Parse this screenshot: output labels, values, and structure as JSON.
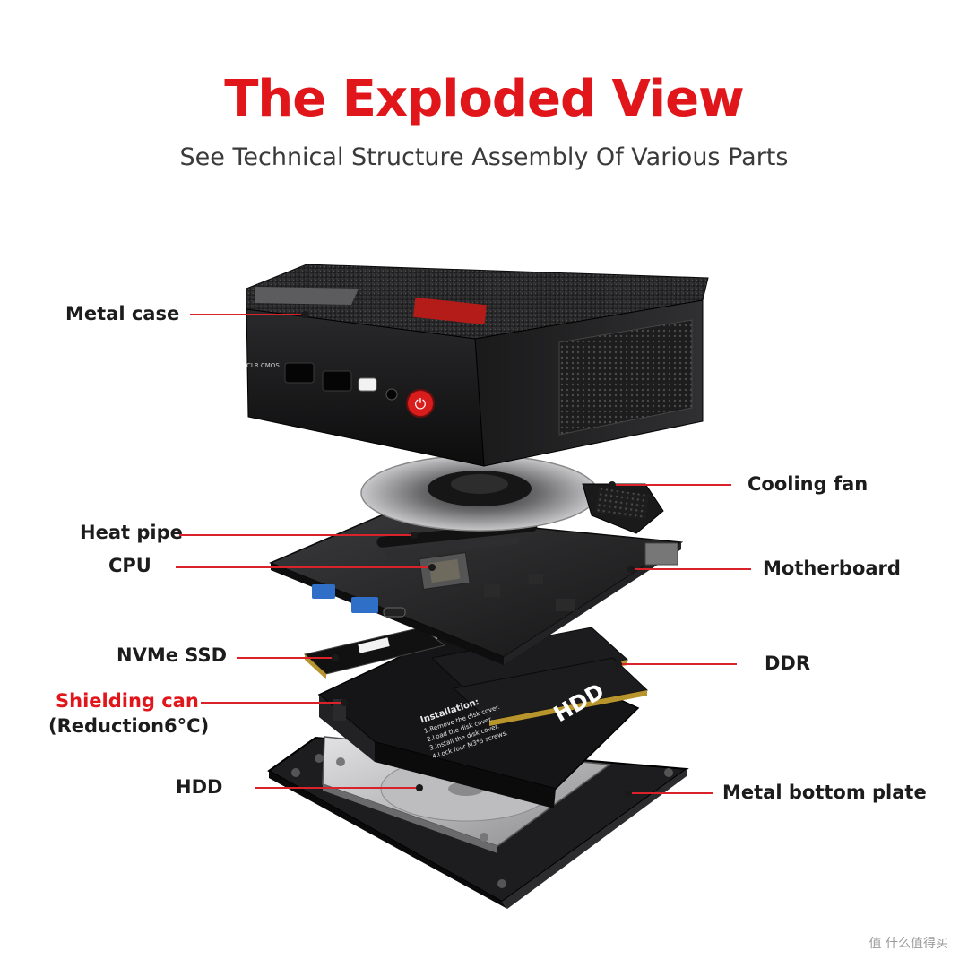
{
  "header": {
    "title": "The Exploded View",
    "subtitle": "See Technical Structure Assembly Of Various Parts"
  },
  "device": {
    "power_glyph": "⏻",
    "clr_cmos_label": "CLR CMOS",
    "hdd_mark": "HDD",
    "installation": {
      "heading": "Installation:",
      "steps": [
        "1.Remove the disk cover.",
        "2.Load the disk cover.",
        "3.Install the disk cover.",
        "4.Lock four M3*5 screws."
      ]
    }
  },
  "labels": {
    "metal_case": "Metal case",
    "cooling_fan": "Cooling fan",
    "heat_pipe": "Heat pipe",
    "cpu": "CPU",
    "motherboard": "Motherboard",
    "nvme_ssd": "NVMe SSD",
    "ddr": "DDR",
    "shielding_can": "Shielding can",
    "shielding_note": "(Reduction6°C)",
    "hdd": "HDD",
    "metal_bottom_plate": "Metal bottom plate"
  },
  "watermark": "值 什么值得买",
  "colors": {
    "accent_red": "#e1161b",
    "text_dark": "#1c1c1c",
    "subtitle_gray": "#3a3a3a",
    "leader_line_red": "#d9222a"
  },
  "icons": {
    "power_button": "power-icon",
    "callout_endpoint": "dot-marker"
  }
}
